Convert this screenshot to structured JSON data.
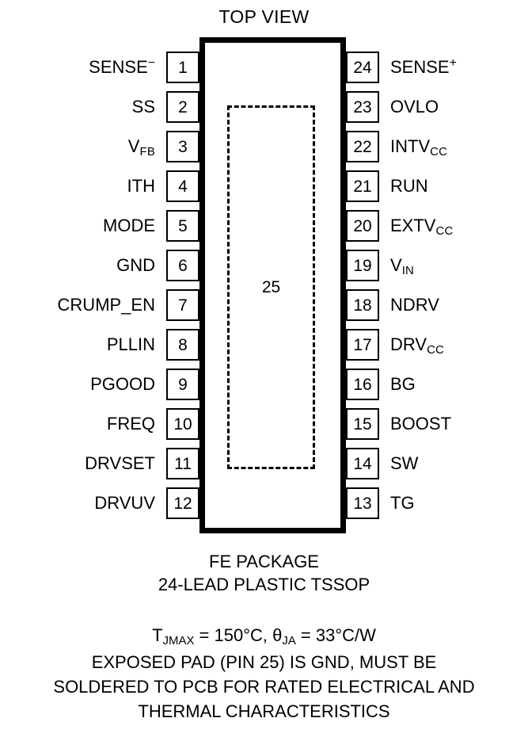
{
  "diagram": {
    "title": "TOP VIEW",
    "package_label": "FE PACKAGE",
    "lead_count_label": "24-LEAD PLASTIC TSSOP",
    "exposed_pad_number": "25",
    "thermal_lines": [
      "T<sub>JMAX</sub> = 150°C, θ<sub>JA</sub> = 33°C/W",
      "EXPOSED PAD (PIN 25) IS GND, MUST BE",
      "SOLDERED TO PCB FOR RATED ELECTRICAL AND",
      "THERMAL CHARACTERISTICS"
    ],
    "colors": {
      "outline": "#000000",
      "background": "#ffffff",
      "text": "#000000"
    },
    "pins_left": [
      {
        "number": "1",
        "label": "SENSE<sup>−</sup>"
      },
      {
        "number": "2",
        "label": "SS"
      },
      {
        "number": "3",
        "label": "V<sub>FB</sub>"
      },
      {
        "number": "4",
        "label": "ITH"
      },
      {
        "number": "5",
        "label": "MODE"
      },
      {
        "number": "6",
        "label": "GND"
      },
      {
        "number": "7",
        "label": "CRUMP_EN"
      },
      {
        "number": "8",
        "label": "PLLIN"
      },
      {
        "number": "9",
        "label": "PGOOD"
      },
      {
        "number": "10",
        "label": "FREQ"
      },
      {
        "number": "11",
        "label": "DRVSET"
      },
      {
        "number": "12",
        "label": "DRVUV"
      }
    ],
    "pins_right": [
      {
        "number": "24",
        "label": "SENSE<sup>+</sup>"
      },
      {
        "number": "23",
        "label": "OVLO"
      },
      {
        "number": "22",
        "label": "INTV<sub>CC</sub>"
      },
      {
        "number": "21",
        "label": "RUN"
      },
      {
        "number": "20",
        "label": "EXTV<sub>CC</sub>"
      },
      {
        "number": "19",
        "label": "V<sub>IN</sub>"
      },
      {
        "number": "18",
        "label": "NDRV"
      },
      {
        "number": "17",
        "label": "DRV<sub>CC</sub>"
      },
      {
        "number": "16",
        "label": "BG"
      },
      {
        "number": "15",
        "label": "BOOST"
      },
      {
        "number": "14",
        "label": "SW"
      },
      {
        "number": "13",
        "label": "TG"
      }
    ]
  }
}
